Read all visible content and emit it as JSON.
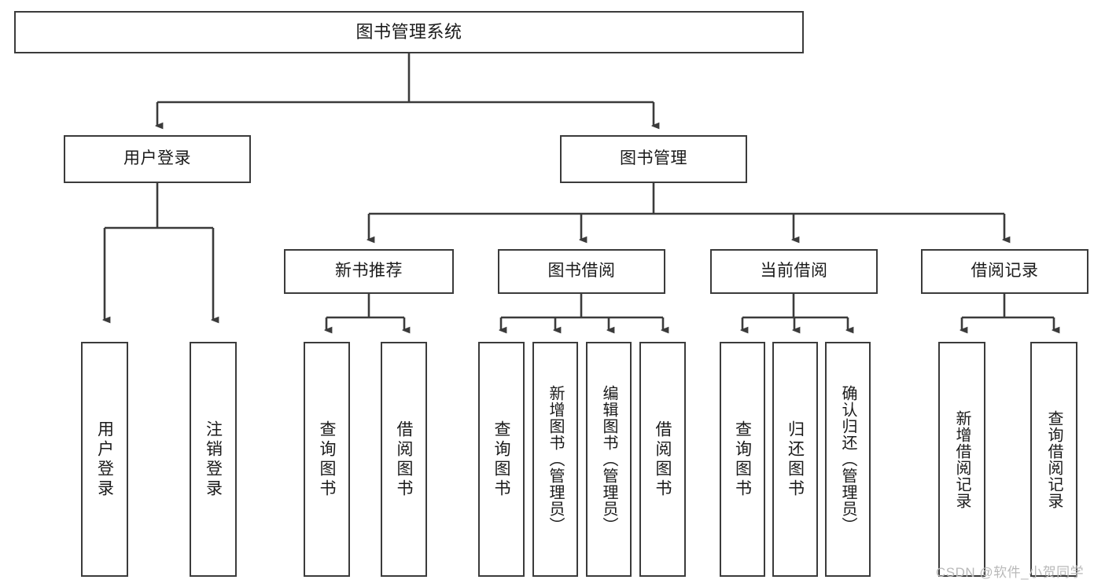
{
  "diagram": {
    "title": "图书管理系统",
    "type": "hierarchy-tree",
    "root": {
      "label": "图书管理系统"
    },
    "level1": [
      {
        "label": "用户登录"
      },
      {
        "label": "图书管理"
      }
    ],
    "level2": [
      {
        "label": "新书推荐"
      },
      {
        "label": "图书借阅"
      },
      {
        "label": "当前借阅"
      },
      {
        "label": "借阅记录"
      }
    ],
    "leaves": {
      "user_login": [
        {
          "label": "用户登录"
        },
        {
          "label": "注销登录"
        }
      ],
      "new_book_recommend": [
        {
          "label": "查询图书"
        },
        {
          "label": "借阅图书"
        }
      ],
      "book_borrow": [
        {
          "label": "查询图书"
        },
        {
          "label": "新增图书（管理员）"
        },
        {
          "label": "编辑图书（管理员）"
        },
        {
          "label": "借阅图书"
        }
      ],
      "current_borrow": [
        {
          "label": "查询图书"
        },
        {
          "label": "归还图书"
        },
        {
          "label": "确认归还（管理员）"
        }
      ],
      "borrow_records": [
        {
          "label": "新增借阅记录"
        },
        {
          "label": "查询借阅记录"
        }
      ]
    }
  },
  "watermark": {
    "text": "CSDN @软件_小贺同学"
  },
  "colors": {
    "stroke": "#3b3b3b",
    "background": "#ffffff",
    "text": "#1a1a1a",
    "watermark": "#b9b9b9"
  }
}
